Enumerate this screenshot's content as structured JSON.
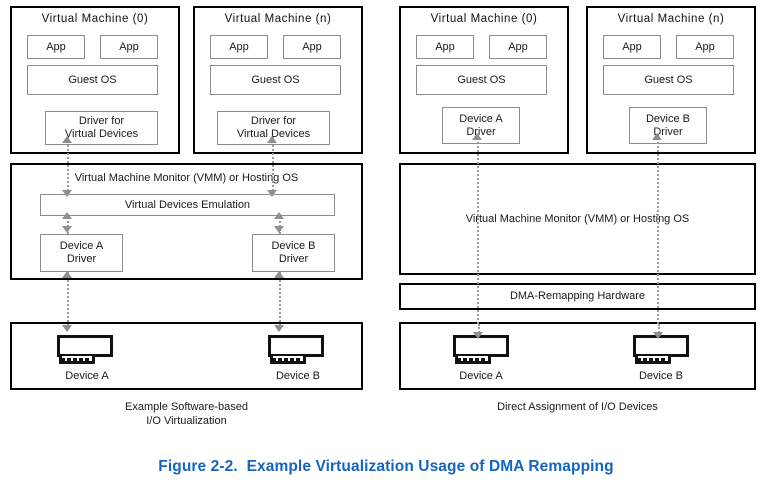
{
  "figure": {
    "caption": "Figure 2-2.  Example Virtualization Usage of DMA Remapping",
    "caption_color": "#1565c0"
  },
  "left_panel": {
    "sub_caption": "Example Software-based\nI/O Virtualization",
    "vms": [
      {
        "title": "Virtual Machine (0)",
        "apps": [
          "App",
          "App"
        ],
        "guest_os": "Guest OS",
        "driver": "Driver for\nVirtual Devices"
      },
      {
        "title": "Virtual Machine (n)",
        "apps": [
          "App",
          "App"
        ],
        "guest_os": "Guest OS",
        "driver": "Driver for\nVirtual Devices"
      }
    ],
    "vmm": {
      "title": "Virtual Machine Monitor (VMM) or Hosting OS",
      "emulation": "Virtual Devices Emulation",
      "drivers": [
        "Device A\nDriver",
        "Device B\nDriver"
      ]
    },
    "hardware": {
      "devices": [
        "Device A",
        "Device B"
      ]
    }
  },
  "right_panel": {
    "sub_caption": "Direct Assignment of I/O Devices",
    "vms": [
      {
        "title": "Virtual Machine (0)",
        "apps": [
          "App",
          "App"
        ],
        "guest_os": "Guest OS",
        "driver": "Device A\nDriver"
      },
      {
        "title": "Virtual Machine (n)",
        "apps": [
          "App",
          "App"
        ],
        "guest_os": "Guest OS",
        "driver": "Device B\nDriver"
      }
    ],
    "vmm": {
      "title": "Virtual Machine Monitor (VMM) or Hosting OS"
    },
    "dma": {
      "title": "DMA-Remapping Hardware"
    },
    "hardware": {
      "devices": [
        "Device A",
        "Device B"
      ]
    }
  }
}
